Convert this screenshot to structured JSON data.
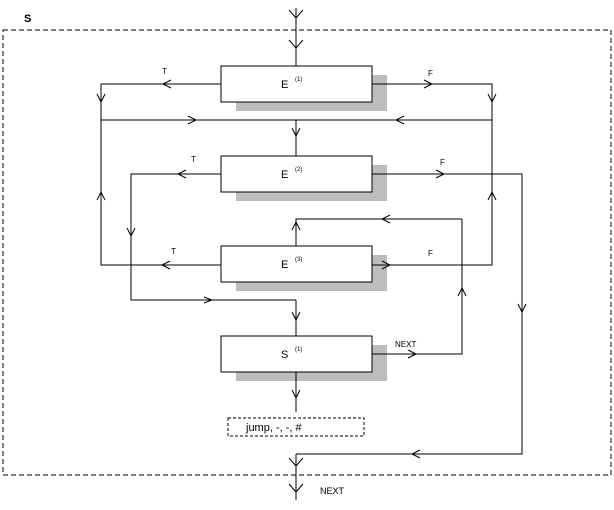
{
  "diagram": {
    "outer_label": "S",
    "boxes": [
      {
        "id": "e1",
        "main": "E",
        "sup": "(1)"
      },
      {
        "id": "e2",
        "main": "E",
        "sup": "(2)"
      },
      {
        "id": "e3",
        "main": "E",
        "sup": "(3)"
      },
      {
        "id": "s1",
        "main": "S",
        "sup": "(1)"
      }
    ],
    "branch_labels": {
      "e1_true": "T",
      "e1_false": "F",
      "e2_true": "T",
      "e2_false": "F",
      "e3_true": "T",
      "e3_false": "F",
      "s1_next": "NEXT"
    },
    "jump_box": "jump, -, -, #",
    "exit_label": "NEXT"
  }
}
